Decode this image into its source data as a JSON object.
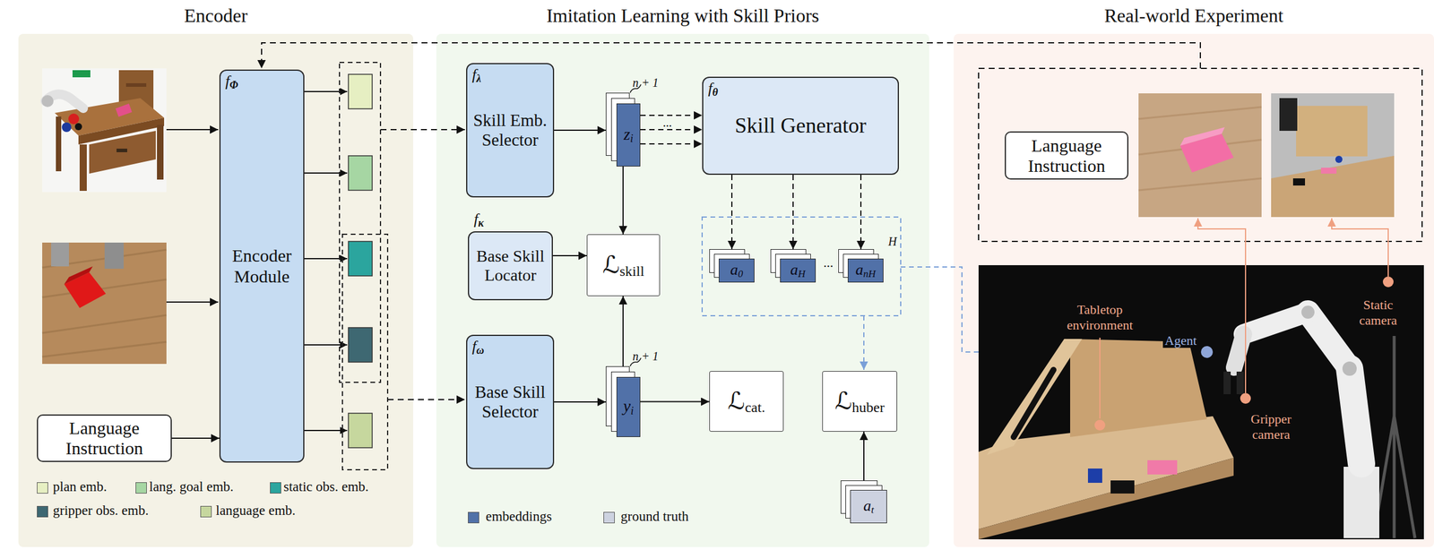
{
  "diagram": {
    "nodes": [
      {
        "text": [
          "Encoder"
        ]
      },
      {
        "text": [
          "f",
          "Φ",
          "Encoder Module"
        ],
        "in": 0
      },
      {
        "text": [
          "Language Instruction"
        ],
        "in": 0
      },
      {
        "text": [
          "Imitation Learning with Skill Priors"
        ]
      },
      {
        "text": [
          "f",
          "λ",
          "Skill Emb. Selector"
        ],
        "in": 3
      },
      {
        "text": [
          "z",
          "i"
        ],
        "in": 3
      },
      {
        "text": [
          "f",
          "θ",
          "Skill Generator"
        ],
        "in": 3
      },
      {
        "text": [
          "f",
          "κ",
          "Base Skill Locator"
        ],
        "in": 3
      },
      {
        "text": [
          "ℒ",
          "skill"
        ],
        "in": 3
      },
      {
        "text": [
          "f",
          "ω",
          "Base Skill Selector"
        ],
        "in": 3
      },
      {
        "text": [
          "y",
          "i"
        ],
        "in": 3
      },
      {
        "text": [
          "ℒ",
          "cat."
        ],
        "in": 3
      },
      {
        "text": [
          "a",
          "0"
        ],
        "in": 3
      },
      {
        "text": [
          "a",
          "H"
        ],
        "in": 3
      },
      {
        "text": [
          "a",
          "nH"
        ],
        "in": 3
      },
      {
        "text": [
          "ℒ",
          "huber"
        ],
        "in": 3
      },
      {
        "text": [
          "a",
          "t"
        ],
        "in": 3
      },
      {
        "text": [
          "Real-world Experiment"
        ]
      },
      {
        "text": [
          "Language Instruction"
        ],
        "in": 17
      }
    ],
    "edges": [
      {
        "from": 2,
        "to": 1,
        "arrow": "to"
      },
      {
        "from": 4,
        "to": 5,
        "arrow": "to"
      },
      {
        "from": 5,
        "to": 6,
        "arrow": "to"
      },
      {
        "from": 5,
        "to": 8,
        "arrow": "to"
      },
      {
        "from": 7,
        "to": 8,
        "arrow": "to"
      },
      {
        "from": 10,
        "to": 8,
        "arrow": "to"
      },
      {
        "from": 9,
        "to": 10,
        "arrow": "to"
      },
      {
        "from": 10,
        "to": 11,
        "arrow": "to"
      },
      {
        "from": 6,
        "to": 12,
        "arrow": "to"
      },
      {
        "from": 6,
        "to": 13,
        "arrow": "to"
      },
      {
        "from": 6,
        "to": 14,
        "arrow": "to"
      },
      {
        "from": 16,
        "to": 15,
        "arrow": "to"
      }
    ],
    "labels": [
      "n + 1",
      "n + 1",
      "...",
      "...",
      "H",
      "Tabletop environment",
      "Agent",
      "Gripper camera",
      "Static camera"
    ],
    "legend": [
      {
        "text": "plan emb.",
        "color": "#e6efc2"
      },
      {
        "text": "lang. goal emb.",
        "color": "#a6d6a3"
      },
      {
        "text": "static obs. emb.",
        "color": "#2ba59e"
      },
      {
        "text": "gripper obs. emb.",
        "color": "#3e6872"
      },
      {
        "text": "language emb.",
        "color": "#c6d79e"
      },
      {
        "text": "embeddings",
        "color": "#5171a8"
      },
      {
        "text": "ground truth",
        "color": "#cdd2e0"
      }
    ]
  }
}
